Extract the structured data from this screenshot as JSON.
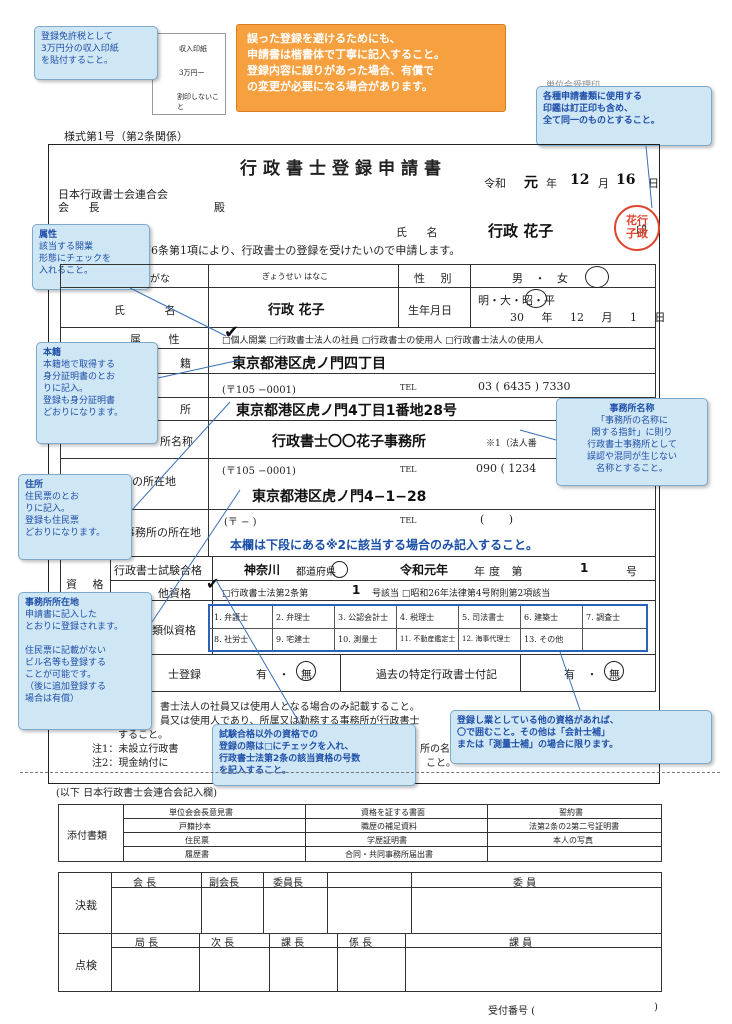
{
  "top_callout": "登録免許税として\n3万円分の収入印紙\nを貼付すること。",
  "stamp_box_lines": [
    "収入印紙",
    "3万円ー",
    "割印しないこと"
  ],
  "orange_note": "誤った登録を避けるためにも、\n申請書は楷書体で丁寧に記入すること。\n登録内容に誤りがあった場合、有償で\nの変更が必要になる場合があります。",
  "reception_stamp_label": "単位会受理印",
  "seal_callout": "各種申請書類に使用する\n印鑑は訂正印も含め、\n全て同一のものとすること。",
  "form_id": "様式第1号（第2条関係）",
  "form_title": "行政書士登録申請書",
  "date": {
    "era": "令和",
    "year": "元",
    "year_unit": "年",
    "month": "12",
    "month_unit": "月",
    "day": "16",
    "day_unit": "日"
  },
  "addressee": {
    "line1": "日本行政書士会連合会",
    "line2": "会 長",
    "honorific": "殿"
  },
  "applicant_label": "氏 名",
  "applicant_name": "行政 花子",
  "seal_mark": "印",
  "hanko": "花行\n子政",
  "intro_text": "士法第6条第1項により、行政書士の登録を受けたいので申請します。",
  "callout_zokusei": {
    "title": "属性",
    "body": "該当する開業\n形態にチェックを\n入れること。"
  },
  "rows": {
    "furigana_label": "がな",
    "furigana_value": "ぎょうせい はなこ",
    "gender_label": "性 別",
    "gender_value": "男 ・ 女",
    "name_label": "氏 名",
    "name_value": "行政 花子",
    "birth_label": "生年月日",
    "birth_era": "明・大・昭・平",
    "birth_date": "30 年 12 月 1 日",
    "attr_label": "属 性",
    "attr_options": "□個人開業 □行政書士法人の社員 □行政書士の使用人 □行政書士法人の使用人",
    "honseki_label": "籍",
    "honseki_value": "東京都港区虎ノ門四丁目",
    "postal1": "(〒105 −0001)",
    "tel_label": "TEL",
    "tel1": "03 ( 6435 ) 7330",
    "address_label": "所",
    "address_value": "東京都港区虎ノ門4丁目1番地28号",
    "office_name_label": "所名称",
    "office_name_value": "行政書士〇〇花子事務所",
    "office_note": "※1（法人番",
    "postal2": "(〒105 −0001)",
    "tel2": "090 ( 1234",
    "office_addr_label": "の所在地",
    "office_addr_value": "東京都港区虎ノ門4−1−28",
    "postal3": "(〒  −  )",
    "tel3": "(       )",
    "other_office_label": "事務所の所在地",
    "notice_blue": "本欄は下段にある※2に該当する場合のみ記入すること。",
    "shiken_label": "行政書士試験合格",
    "shiken_pref": "神奈川",
    "shiken_pref_unit": "都道府県",
    "shiken_era": "令和元年",
    "shiken_year_label": "年度 第",
    "shiken_num": "1",
    "shiken_num_unit": "号",
    "shikaku_label": "資 格",
    "other_qual_label": "他資格",
    "other_qual_text": "□行政書士法第2条第",
    "other_qual_num": "1",
    "other_qual_tail": "号該当 □昭和26年法律第4号附則第2項該当",
    "similar_label": "類似資格",
    "similar_items": [
      "1. 弁護士",
      "2. 弁理士",
      "3. 公認会計士",
      "4. 税理士",
      "5. 司法書士",
      "6. 建築士",
      "7. 調査士",
      "8. 社労士",
      "9. 宅建士",
      "10. 測量士",
      "11. 不動産鑑定士",
      "12. 海事代理士",
      "13. その他"
    ],
    "tokutei_label": "士登録",
    "tokutei_value": "有 ・ 無",
    "past_label": "過去の特定行政書士付記",
    "past_value": "有 ・ 無"
  },
  "callout_honseki": {
    "title": "本籍",
    "body": "本籍地で取得する\n身分証明書のとお\nりに記入。\n登録も身分証明書\nどおりになります。"
  },
  "callout_jimusho_name": {
    "title": "事務所名称",
    "body": "「事務所の名称に\n関する指針」に則り\n行政書士事務所として\n誤認や混同が生じない\n名称とすること。"
  },
  "callout_jusho": {
    "title": "住所",
    "body": "住民票のとお\nりに記入。\n登録も住民票\nどおりになります。"
  },
  "callout_jimusho_loc": {
    "title": "事務所所在地",
    "body": "申請書に記入した\nとおりに登録されます。\n\n住民票に記載がない\nビル名等も登録する\nことが可能です。\n（後に追加登録する\n場合は有償）"
  },
  "callout_shiken": "試験合格以外の資格での\n登録の際は□にチェックを入れ、\n行政書士法第2条の該当資格の号数\nを記入すること。",
  "callout_ruiji": "登録し業としている他の資格があれば、\n〇で囲むこと。その他は「会計士補」\nまたは「測量士補」の場合に限ります。",
  "notes": {
    "n1": "書士法人の社員又は使用人となる場合のみ記載すること。",
    "n2": "員又は使用人であり、所属又は勤務する事務所が行政書士",
    "n3": "すること。",
    "n4": "注1：未設立行政書",
    "n4b": "所の名称",
    "n5": "注2：現金納付に",
    "n5b": "こと。"
  },
  "section_divider": "(以下 日本行政書士会連合会記入欄)",
  "attachments": {
    "label": "添付書類",
    "rows": [
      [
        "単位会会長意見書",
        "資格を証する書面",
        "誓約書"
      ],
      [
        "戸籍抄本",
        "職歴の補足資料",
        "法第2条の2第二号証明書"
      ],
      [
        "住民票",
        "学歴証明書",
        "本人の写真"
      ],
      [
        "履歴書",
        "合同・共同事務所届出書",
        ""
      ]
    ]
  },
  "approval": {
    "kessai": "決裁",
    "kessai_heads": [
      "会 長",
      "副会長",
      "委員長",
      "委 員"
    ],
    "tenken": "点検",
    "tenken_heads": [
      "局 長",
      "次 長",
      "課 長",
      "係 長",
      "課 員"
    ]
  },
  "receipt_label": "受付番号 (",
  "receipt_close": ")"
}
